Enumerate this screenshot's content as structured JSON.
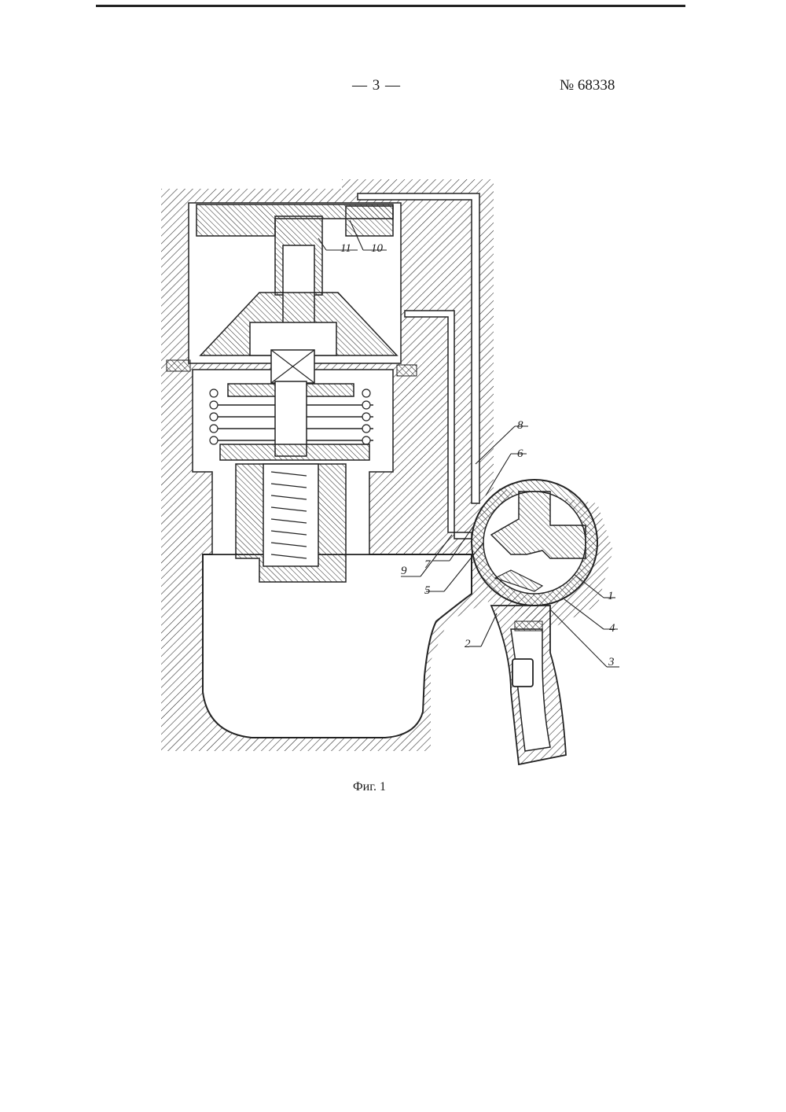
{
  "header": {
    "page_number": "— 3 —",
    "patent_number": "№ 68338"
  },
  "figure": {
    "caption": "Фиг. 1",
    "part_labels": [
      "1",
      "2",
      "3",
      "4",
      "5",
      "6",
      "7",
      "8",
      "9",
      "10",
      "11"
    ]
  }
}
